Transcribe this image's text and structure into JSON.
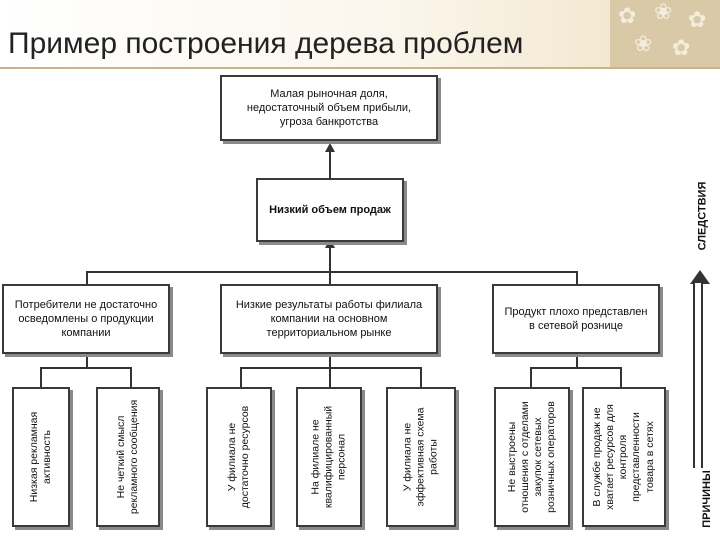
{
  "title": "Пример построения дерева проблем",
  "tree": {
    "root": "Малая рыночная доля,\nнедостаточный объем прибыли,\nугроза банкротства",
    "level1": "Низкий объем продаж",
    "level2": [
      "Потребители не достаточно\nосведомлены о продукции\nкомпании",
      "Низкие результаты работы филиала\nкомпании на основном\nтерриториальном рынке",
      "Продукт плохо представлен\nв сетевой рознице"
    ],
    "leaves": [
      "Низкая рекламная\nактивность",
      "Не четкий смысл\nрекламного сообщения",
      "У филиала не\nдостаточно ресурсов",
      "На филиале не\nквалифицированный\nперсонал",
      "У филиала не\nэффективная схема\nработы",
      "Не выстроены\nотношения с отделами\nзакупок сетевых\nрозничных операторов",
      "В службе продаж не\nхватает ресурсов для\nконтроля\nпредставленности\nтовара в сетях"
    ]
  },
  "axis": {
    "top_label": "СЛЕДСТВИЯ",
    "bottom_label": "ПРИЧИНЫ"
  },
  "colors": {
    "header_bg": "#fbf6ec",
    "header_deco": "#d9c9a6",
    "box_border": "#3a3a3a",
    "box_shadow": "#8a8a8a"
  }
}
